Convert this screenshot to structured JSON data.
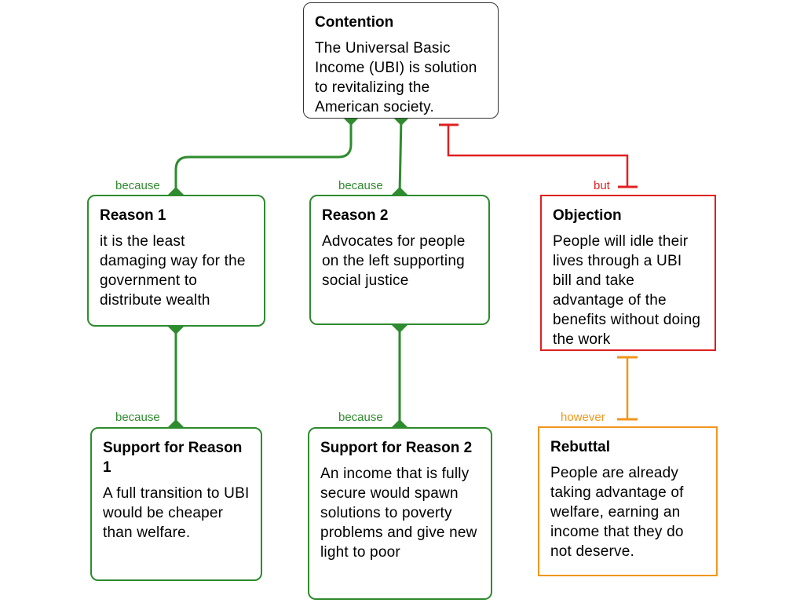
{
  "colors": {
    "support": "#2e8b2e",
    "objection": "#e02020",
    "rebuttal": "#f0961e",
    "contention_border": "#333333"
  },
  "contention": {
    "title": "Contention",
    "text": "The Universal Basic Income (UBI) is solution to revitalizing the American society."
  },
  "reason1": {
    "title": "Reason 1",
    "text": "it is the least damaging way for the government to distribute wealth",
    "link_label": "because"
  },
  "reason2": {
    "title": "Reason 2",
    "text": "Advocates for people on the left supporting social justice",
    "link_label": "because"
  },
  "objection": {
    "title": "Objection",
    "text": "People will idle their lives through a UBI bill and take advantage of the benefits without doing the work",
    "link_label": "but"
  },
  "support1": {
    "title": "Support for Reason 1",
    "text": "A full transition to UBI would be cheaper than welfare.",
    "link_label": "because"
  },
  "support2": {
    "title": "Support for Reason 2",
    "text": "An income that is fully secure would spawn solutions to poverty problems and give new light to poor",
    "link_label": "because"
  },
  "rebuttal": {
    "title": "Rebuttal",
    "text": "People are already taking advantage of welfare, earning an income that they do not deserve.",
    "link_label": "however"
  }
}
